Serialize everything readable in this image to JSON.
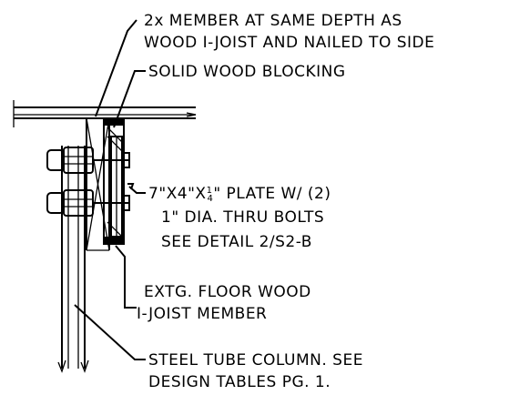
{
  "callouts": {
    "member": {
      "line1": "2x MEMBER AT SAME DEPTH AS",
      "line2": "WOOD I-JOIST AND NAILED TO SIDE"
    },
    "blocking": {
      "line1": "SOLID WOOD BLOCKING"
    },
    "plate": {
      "line1": "7\"X4\"X",
      "frac_num": "1",
      "frac_den": "4",
      "line1_tail": "\" PLATE W/ (2)",
      "line2": "1\" DIA. THRU BOLTS",
      "line3": "SEE DETAIL 2/S2-B"
    },
    "floor": {
      "line1": "EXTG. FLOOR WOOD",
      "line2": "I-JOIST MEMBER"
    },
    "column": {
      "line1": "STEEL TUBE COLUMN.  SEE",
      "line2": "DESIGN TABLES PG. 1."
    }
  }
}
